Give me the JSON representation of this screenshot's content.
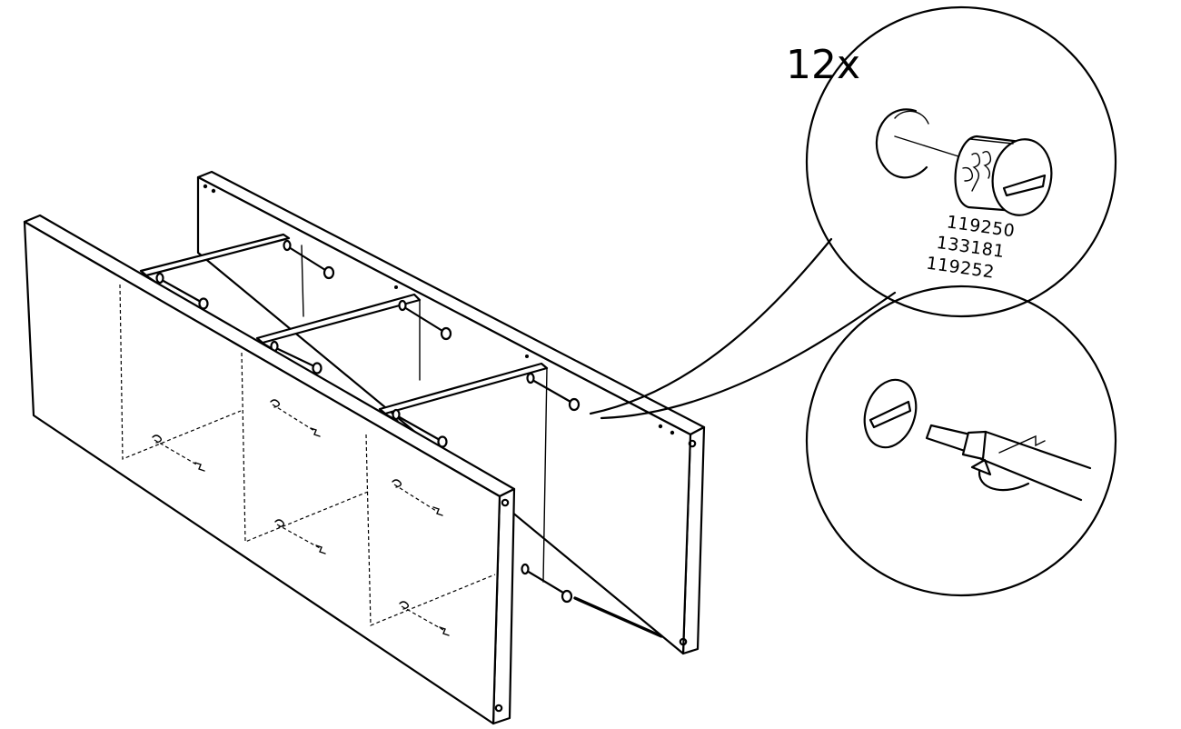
{
  "callout": {
    "quantity": "12x",
    "part_numbers": [
      "119250",
      "133181",
      "119252"
    ]
  },
  "icons": [
    "cam-lock-fitting-icon",
    "screwdriver-icon",
    "rotate-arrow-icon"
  ]
}
